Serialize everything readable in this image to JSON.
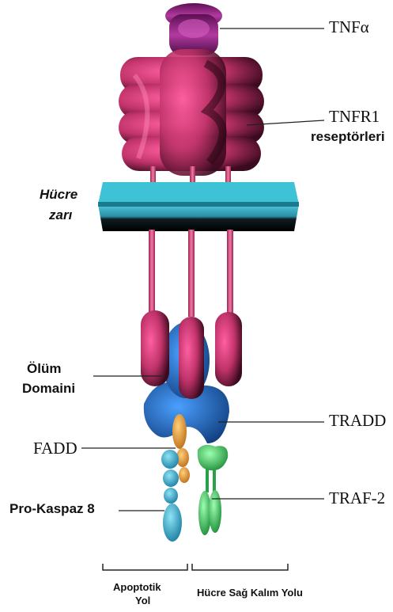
{
  "labels": {
    "tnf": "TNFα",
    "tnfr1_line1": "TNFR1",
    "tnfr1_line2": "reseptörleri",
    "membrane_line1": "Hücre",
    "membrane_line2": "zarı",
    "death_line1": "Ölüm",
    "death_line2": "Domaini",
    "tradd": "TRADD",
    "fadd": "FADD",
    "traf2": "TRAF-2",
    "prokaspaz": "Pro-Kaspaz 8",
    "apoptotic_line1": "Apoptotik",
    "apoptotic_line2": "Yol",
    "survival": "Hücre Sağ Kalım Yolu"
  },
  "colors": {
    "tnf": "#8a1f7a",
    "receptor": "#c0336a",
    "receptor_dark": "#3a0a1e",
    "membrane_top": "#3bb3c9",
    "membrane_bottom": "#0a0a0a",
    "tradd": "#1f5fb0",
    "fadd": "#e89a2a",
    "procaspase": "#2aa6c8",
    "traf2": "#3fbf5a"
  }
}
